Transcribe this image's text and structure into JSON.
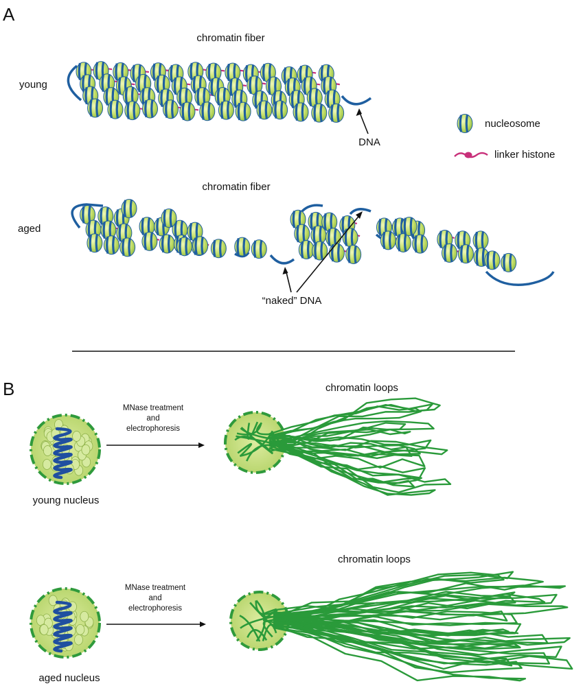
{
  "panel_a": {
    "letter": "A",
    "young": {
      "fiber_title": "chromatin fiber",
      "row_label": "young",
      "dna_label": "DNA"
    },
    "aged": {
      "fiber_title": "chromatin fiber",
      "row_label": "aged",
      "naked_dna_label": "“naked” DNA"
    },
    "legend": {
      "nucleosome_label": "nucleosome",
      "linker_label": "linker histone"
    }
  },
  "panel_b": {
    "letter": "B",
    "young": {
      "nucleus_label": "young nucleus",
      "arrow_line1": "MNase treatment",
      "arrow_line2": "and",
      "arrow_line3": "electrophoresis",
      "loops_title": "chromatin loops"
    },
    "aged": {
      "nucleus_label": "aged nucleus",
      "arrow_line1": "MNase treatment",
      "arrow_line2": "and",
      "arrow_line3": "electrophoresis",
      "loops_title": "chromatin loops"
    }
  },
  "colors": {
    "nucleosome_fill": "#c9e67a",
    "dna_blue": "#1f5fa0",
    "linker_magenta": "#c8307a",
    "loop_green": "#2a9a3a",
    "nucleus_fill": "#c6de82",
    "nucleus_border": "#2f9a3c"
  }
}
